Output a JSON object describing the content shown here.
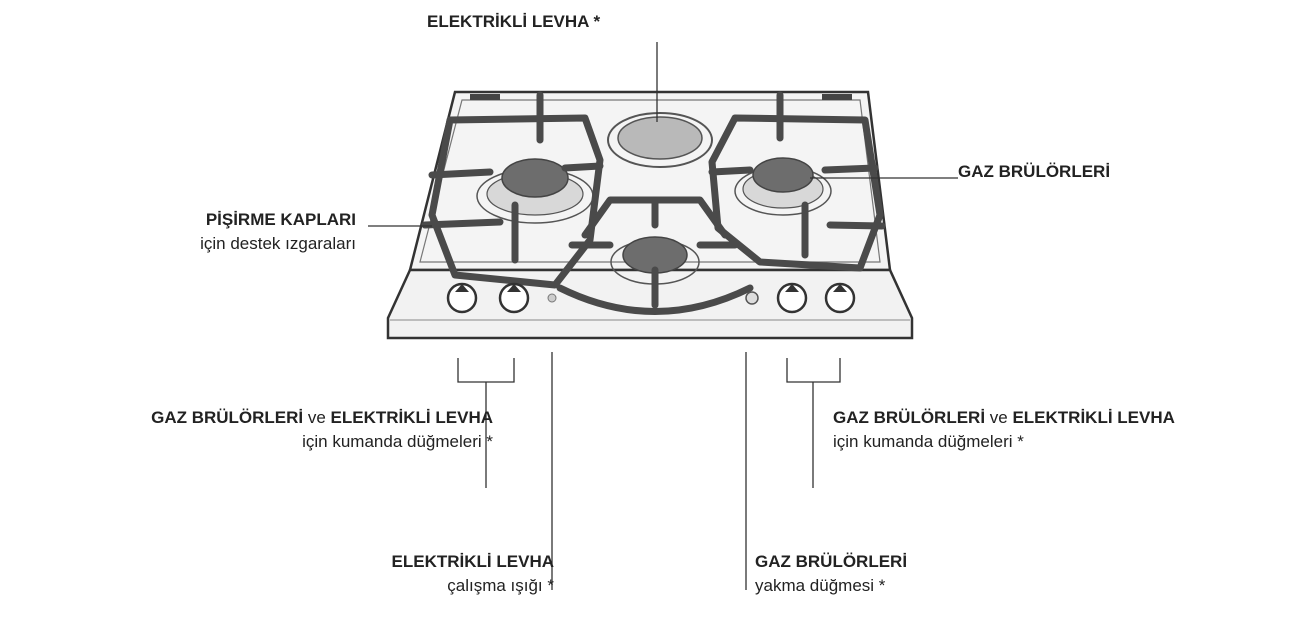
{
  "labels": {
    "electric_plate_top": "ELEKTRİKLİ LEVHA *",
    "gas_burners_right": "GAZ BRÜLÖRLERİ",
    "pan_supports_title": "PİŞİRME KAPLARI",
    "pan_supports_sub": "için destek ızgaraları",
    "controls_left_title_a": "GAZ BRÜLÖRLERİ",
    "controls_left_ve": " ve ",
    "controls_left_title_b": "ELEKTRİKLİ LEVHA",
    "controls_left_sub": "için kumanda düğmeleri *",
    "controls_right_title_a": "GAZ BRÜLÖRLERİ",
    "controls_right_ve": " ve ",
    "controls_right_title_b": "ELEKTRİKLİ LEVHA",
    "controls_right_sub": "için kumanda düğmeleri *",
    "light_title": "ELEKTRİKLİ LEVHA",
    "light_sub": "çalışma ışığı *",
    "ignition_title": "GAZ BRÜLÖRLERİ",
    "ignition_sub": "yakma düğmesi *"
  },
  "colors": {
    "line": "#333333",
    "grate": "#4a4a4a",
    "burner": "#6d6d6d",
    "plate": "#b9b9b9",
    "panel": "#f2f2f2"
  }
}
